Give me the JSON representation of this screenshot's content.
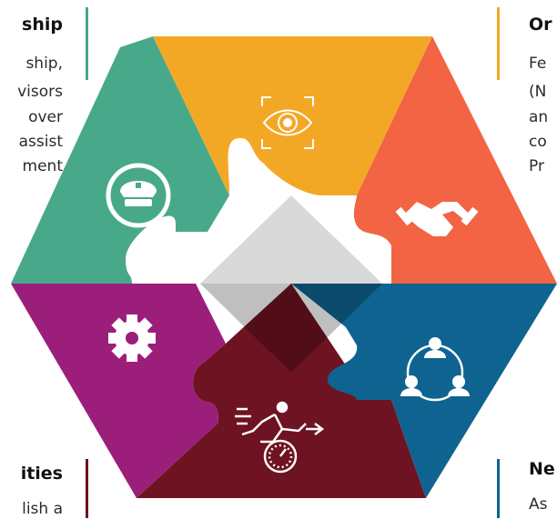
{
  "colors": {
    "teal": "#48A98A",
    "yellow": "#F3A825",
    "orange": "#F26444",
    "purple": "#9B1F7A",
    "maroon": "#6E1321",
    "blue": "#0F6391"
  },
  "sections": {
    "top_left": {
      "title": "ship",
      "lines": [
        "ship,",
        "visors",
        "over",
        "assist",
        "ment"
      ]
    },
    "top_right": {
      "title": "Or",
      "lines": [
        "Fe",
        "(N",
        "an",
        "co",
        "Pr"
      ]
    },
    "bottom_left": {
      "title": "ities",
      "lines": [
        "lish a"
      ]
    },
    "bottom_right": {
      "title": "Ne",
      "lines": [
        "As"
      ]
    }
  },
  "icons": {
    "teal": "police-cap-icon",
    "yellow": "eye-scan-icon",
    "orange": "handshake-icon",
    "purple": "gear-icon",
    "maroon": "runner-speedometer-icon",
    "blue": "team-network-icon"
  }
}
